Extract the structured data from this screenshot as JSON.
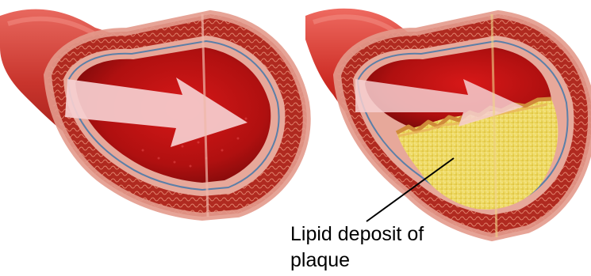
{
  "diagram": {
    "left_artery": {
      "state": "healthy",
      "flow": "unobstructed"
    },
    "right_artery": {
      "state": "narrowed",
      "flow": "restricted by plaque"
    },
    "callout": {
      "text": "Lipid deposit of\nplaque"
    },
    "colors": {
      "artery_outer": "#c8342c",
      "artery_highlight": "#e8685e",
      "lumen_dark": "#7a0a0a",
      "lumen_mid": "#c01414",
      "wall_pink": "#e39a8c",
      "wall_muscle": "#a8241c",
      "endothelium_blue": "#5b7fa8",
      "plaque_yellow": "#ecd65a",
      "plaque_light": "#f4e68c",
      "arrow": "#f6cfd0",
      "callout_line": "#000000"
    }
  }
}
